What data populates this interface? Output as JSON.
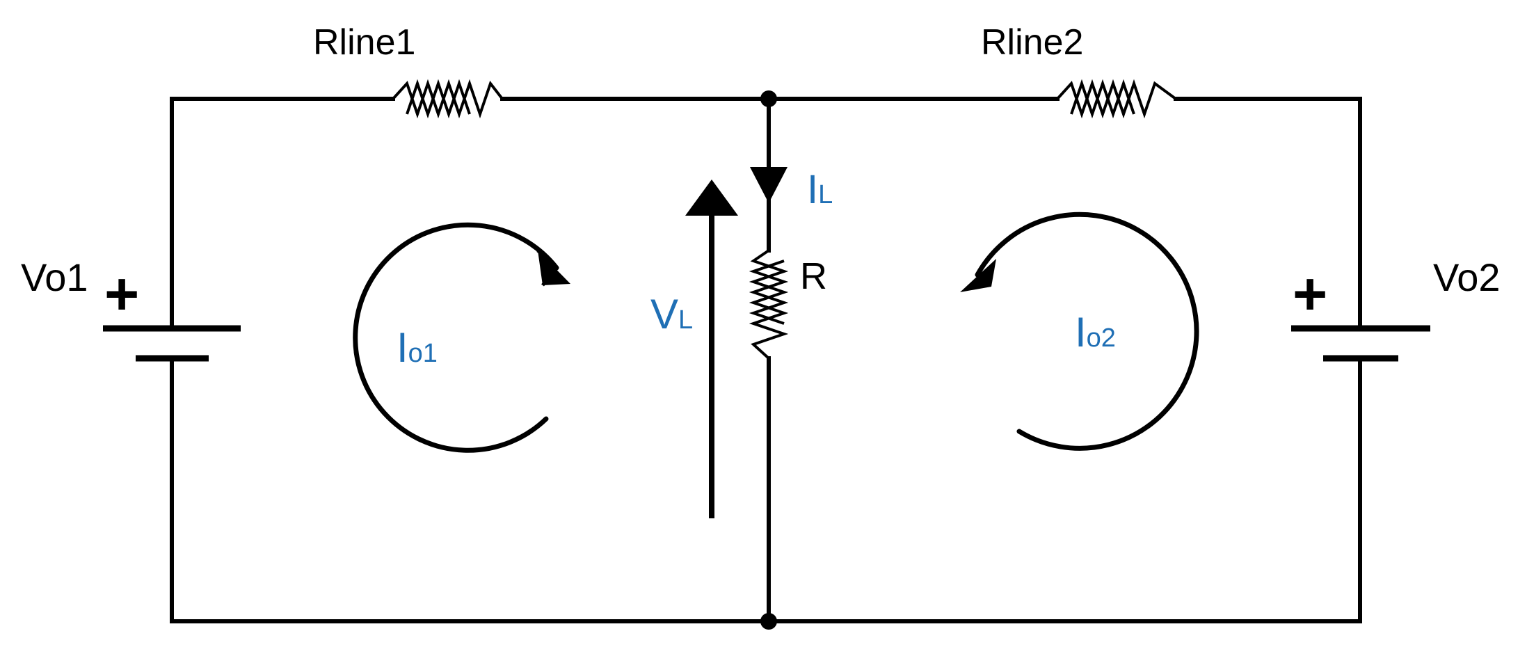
{
  "colors": {
    "wire": "#000000",
    "label_black": "#000000",
    "label_blue": "#1f6fb5"
  },
  "labels": {
    "rline1": "Rline1",
    "rline2": "Rline2",
    "vo1": "Vo1",
    "vo2": "Vo2",
    "plus": "+",
    "r": "R",
    "il_main": "I",
    "il_sub": "L",
    "vl_main": "V",
    "vl_sub": "L",
    "io1_main": "I",
    "io1_sub": "o1",
    "io2_main": "I",
    "io2_sub": "o2"
  },
  "icons": {
    "resistor": "zigzag-resistor-icon",
    "battery": "dc-source-icon",
    "junction": "node-dot-icon",
    "arrow": "arrowhead-icon"
  }
}
